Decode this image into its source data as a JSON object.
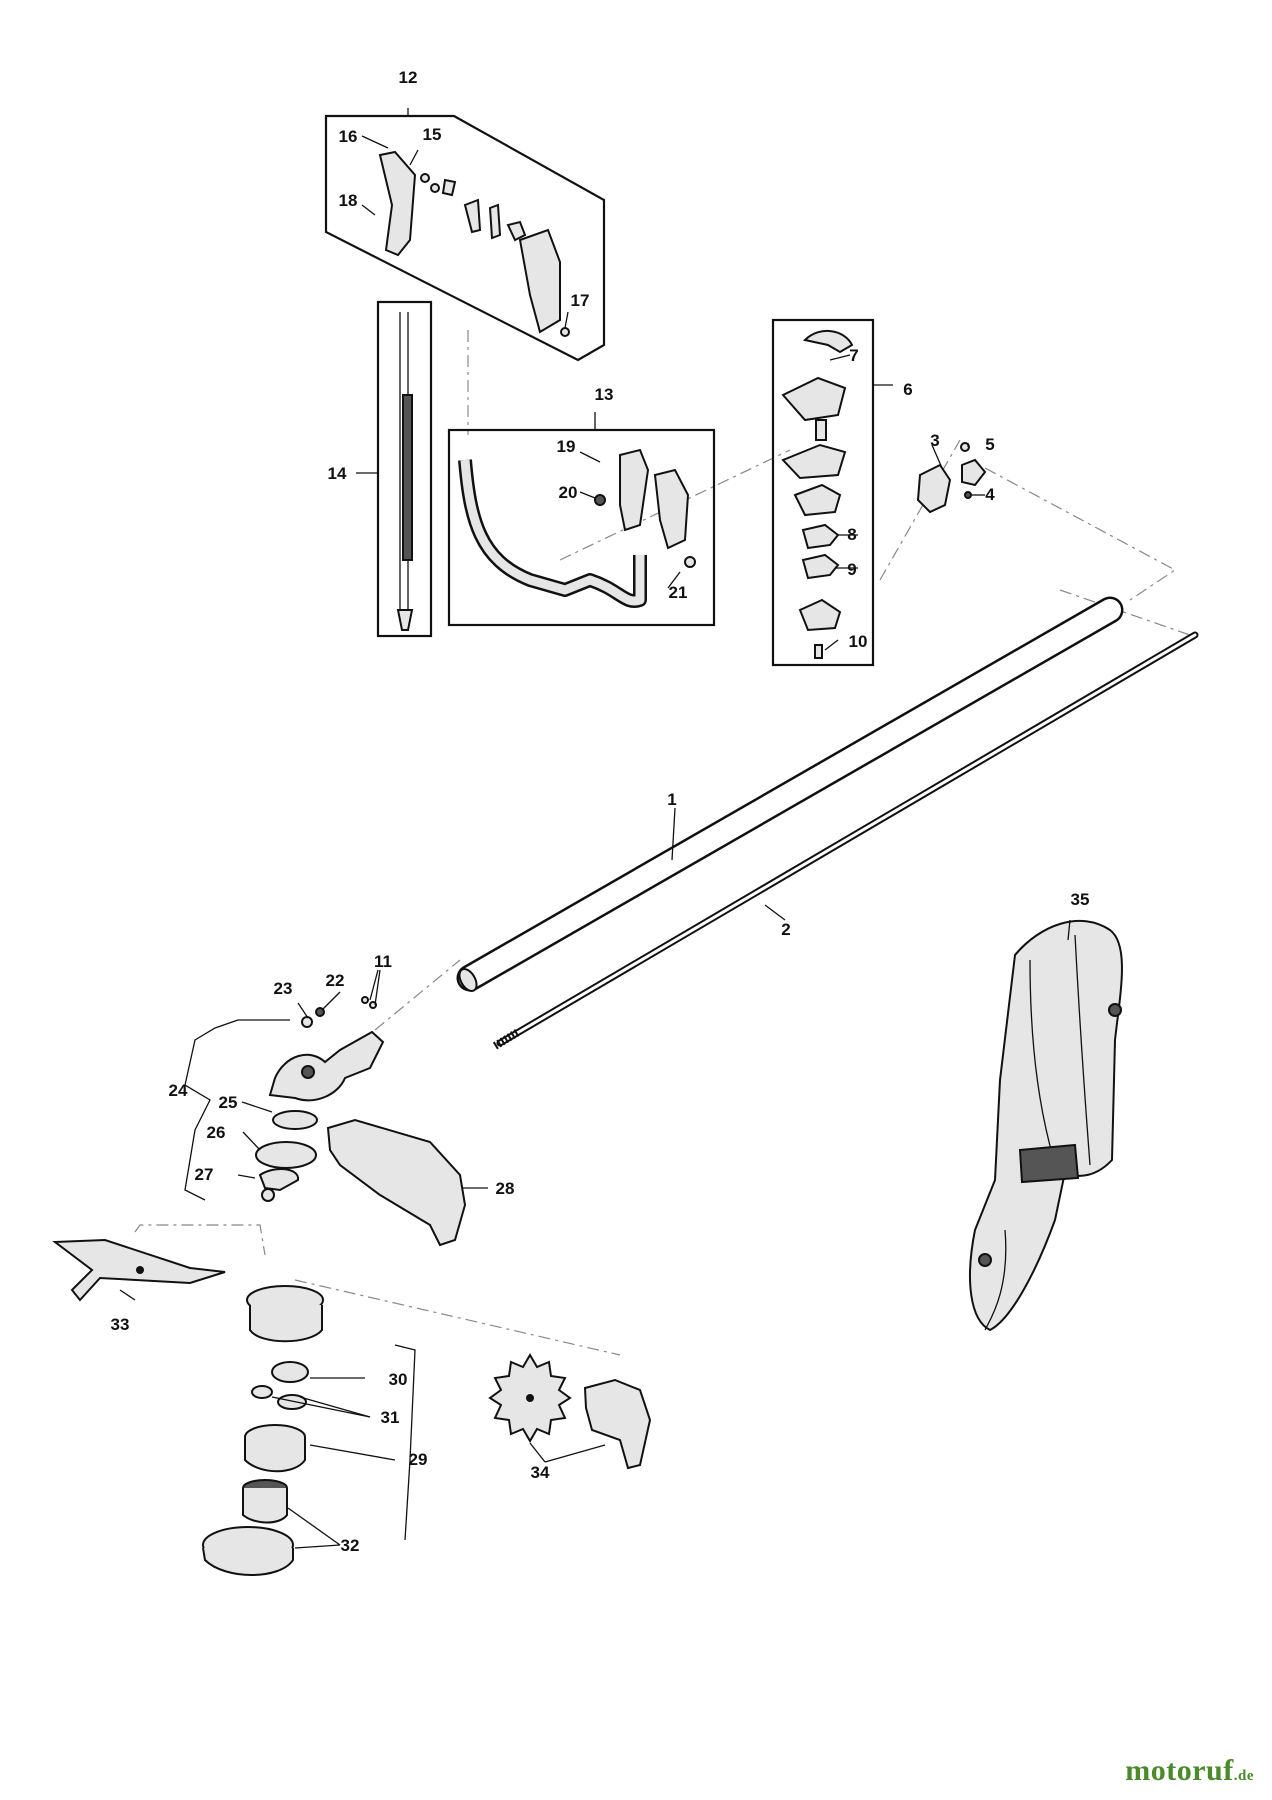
{
  "callouts": [
    "1",
    "2",
    "3",
    "4",
    "5",
    "6",
    "7",
    "8",
    "9",
    "10",
    "11",
    "12",
    "13",
    "14",
    "15",
    "16",
    "17",
    "18",
    "19",
    "20",
    "21",
    "22",
    "23",
    "24",
    "25",
    "26",
    "27",
    "28",
    "29",
    "30",
    "31",
    "32",
    "33",
    "34",
    "35"
  ],
  "brand": {
    "name": "motoruf",
    "tld": ".de"
  },
  "colors": {
    "line": "#111111",
    "part_fill": "#e6e6e6",
    "brand_green": "#4a8a2a"
  }
}
